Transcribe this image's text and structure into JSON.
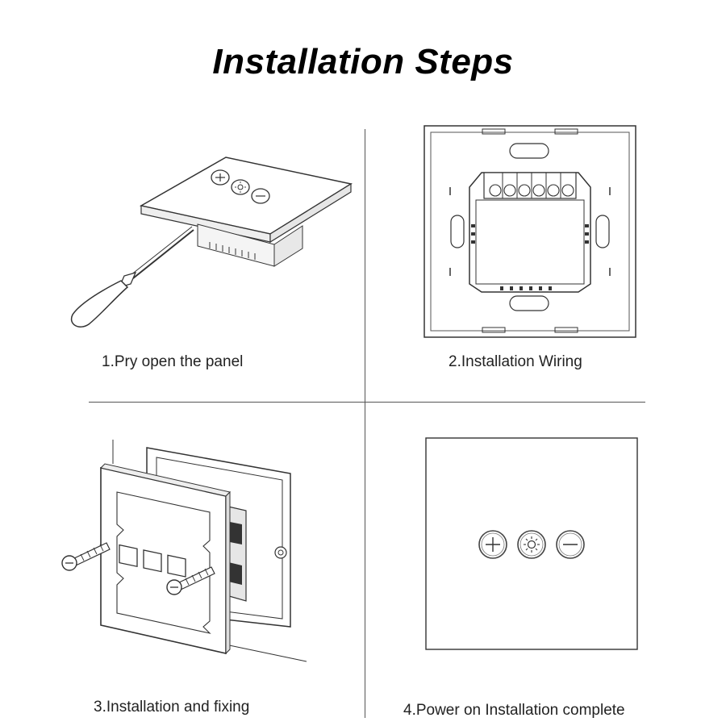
{
  "title": "Installation Steps",
  "steps": [
    {
      "caption": "1.Pry open the panel"
    },
    {
      "caption": "2.Installation Wiring"
    },
    {
      "caption": "3.Installation and fixing"
    },
    {
      "caption": "4.Power on Installation complete"
    }
  ],
  "icons": {
    "plus": "plus-icon",
    "brightness": "brightness-icon",
    "minus": "minus-icon"
  },
  "colors": {
    "line": "#333333",
    "text": "#111111"
  }
}
